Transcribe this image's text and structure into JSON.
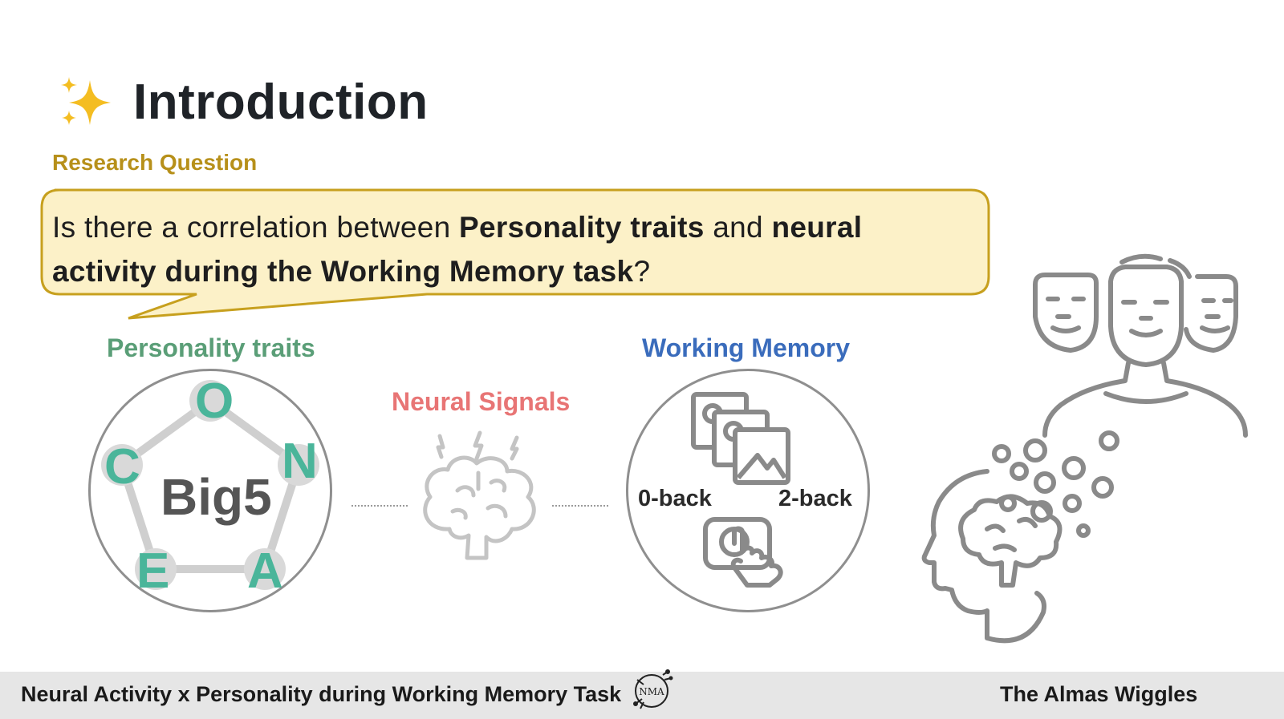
{
  "slide": {
    "title": "Introduction",
    "title_icon": "sparkles-icon",
    "research_question_label": "Research Question",
    "question": {
      "part1": "Is there a correlation between ",
      "bold1": "Personality traits",
      "part2": " and ",
      "bold2": "neural activity during the Working Memory task",
      "part3": "?"
    }
  },
  "diagram": {
    "personality_label": "Personality traits",
    "personality_color": "#5a9e77",
    "big5_label": "Big5",
    "ocean_letters": [
      "O",
      "C",
      "E",
      "A",
      "N"
    ],
    "neural_label": "Neural Signals",
    "neural_color": "#e87575",
    "working_memory_label": "Working Memory",
    "working_memory_color": "#3a6cbc",
    "zero_back_label": "0-back",
    "two_back_label": "2-back",
    "icons": [
      "pentagon-icon",
      "brain-icon",
      "image-stack-icon",
      "touch-button-icon",
      "faces-icon",
      "head-brain-icon"
    ]
  },
  "footer": {
    "left_text": "Neural Activity x Personality during Working Memory Task",
    "logo_letters": "NMA",
    "right_text": "The Almas Wiggles"
  },
  "colors": {
    "accent": "#b7901a",
    "bubble_fill": "#fcf1c8",
    "bubble_stroke": "#c7a01e",
    "ocean": "#4ab59a",
    "footer_bg": "#e6e6e6"
  }
}
